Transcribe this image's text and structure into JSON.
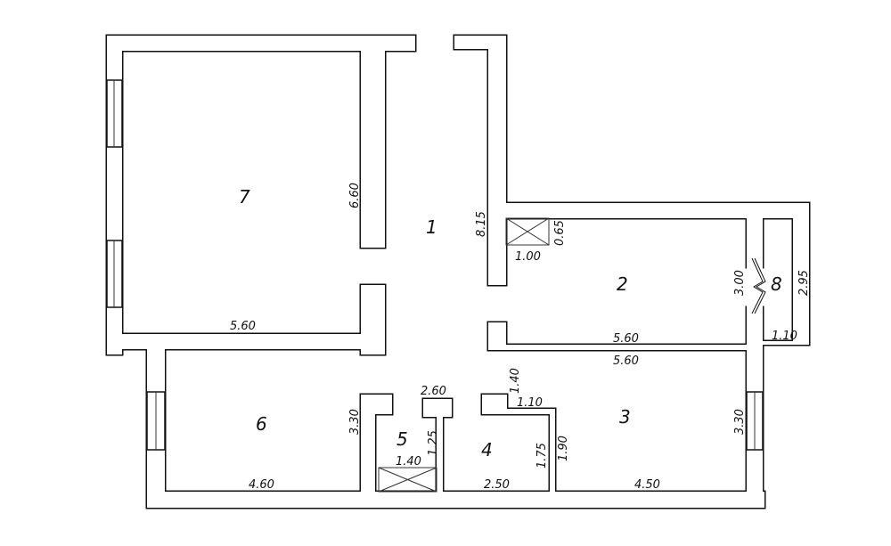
{
  "rooms": [
    {
      "id": "1",
      "label": "1"
    },
    {
      "id": "2",
      "label": "2"
    },
    {
      "id": "3",
      "label": "3"
    },
    {
      "id": "4",
      "label": "4"
    },
    {
      "id": "5",
      "label": "5"
    },
    {
      "id": "6",
      "label": "6"
    },
    {
      "id": "7",
      "label": "7"
    },
    {
      "id": "8",
      "label": "8"
    }
  ],
  "dimensions": {
    "room7_height": "6.60",
    "room7_width": "5.60",
    "room1_height": "8.15",
    "shaft2_width": "1.00",
    "shaft2_height": "0.65",
    "room2_width": "5.60",
    "room2_height": "3.00",
    "room8_height": "2.95",
    "room8_width": "1.10",
    "room3_width_top": "5.60",
    "room3_width_bottom": "4.50",
    "room3_height": "3.30",
    "room6_height": "3.30",
    "room6_width": "4.60",
    "room5_width_top": "2.60",
    "room5_height": "1.25",
    "room5_width": "1.40",
    "room4_notch_height": "1.40",
    "room4_notch_width": "1.10",
    "room4_height": "1.75",
    "room4_right_height": "1.90",
    "room4_width": "2.50"
  }
}
